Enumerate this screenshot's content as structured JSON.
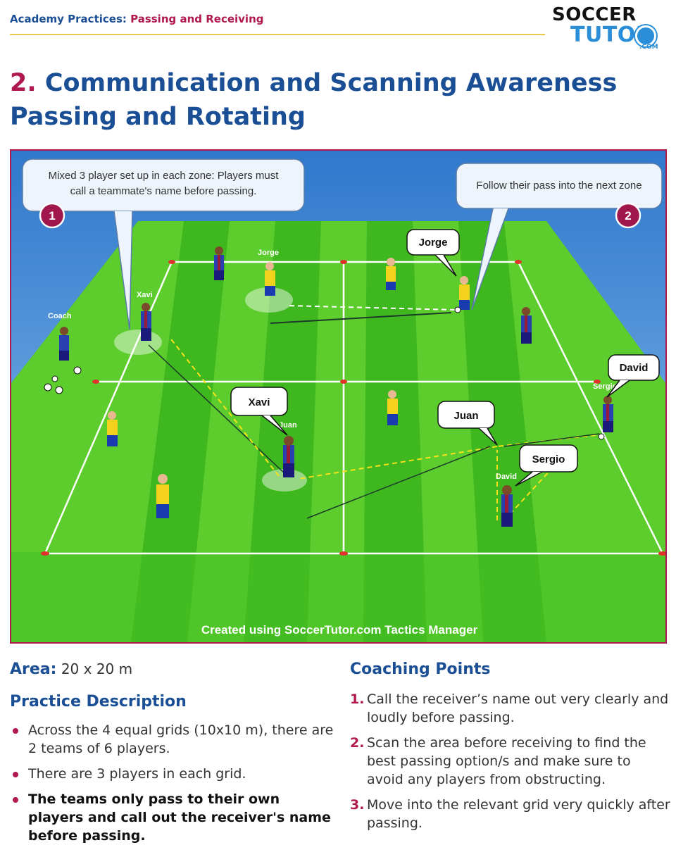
{
  "header": {
    "section": "Academy Practices:",
    "topic": "Passing and Receiving"
  },
  "logo": {
    "top": "SOCCER",
    "bottom": "TUTOR",
    "com": ".COM"
  },
  "title": {
    "number": "2.",
    "line1": "Communication and Scanning Awareness",
    "line2": "Passing and Rotating"
  },
  "diagram": {
    "callout_1_line1": "Mixed 3 player set up in each zone: Players must",
    "callout_1_line2": "call a teammate's name before passing.",
    "callout_2": "Follow their pass into the next zone",
    "badge_1": "1",
    "badge_2": "2",
    "footer": "Created using SoccerTutor.com Tactics Manager",
    "labels": {
      "coach": "Coach",
      "xavi_small": "Xavi",
      "jorge_small": "Jorge",
      "juan_small": "Juan",
      "sergio_small": "Sergio",
      "david_small": "David"
    },
    "bubbles": {
      "jorge": "Jorge",
      "david": "David",
      "xavi": "Xavi",
      "juan": "Juan",
      "sergio": "Sergio"
    },
    "colors": {
      "team_a": "#2a3fb0",
      "team_a_stripe": "#9b1a3a",
      "team_b": "#f2d21c",
      "pitch_light": "#5fcf2e",
      "pitch_dark": "#3fb71f",
      "sky": "#3b88d8"
    }
  },
  "area": {
    "label": "Area:",
    "value": "20 x 20 m"
  },
  "practice": {
    "heading": "Practice Description",
    "items": [
      "Across the 4 equal grids (10x10 m), there are 2 teams of 6 players.",
      "There are 3 players in each grid.",
      "The teams only pass to their own players and call out the receiver's name before passing."
    ]
  },
  "coaching": {
    "heading": "Coaching Points",
    "items": [
      {
        "n": "1.",
        "text": "Call the receiver’s name out very clearly and loudly before passing."
      },
      {
        "n": "2.",
        "text": "Scan the area before receiving to find the best passing option/s and make sure to avoid any players from obstructing."
      },
      {
        "n": "3.",
        "text": "Move into the relevant grid very quickly after passing."
      }
    ]
  }
}
